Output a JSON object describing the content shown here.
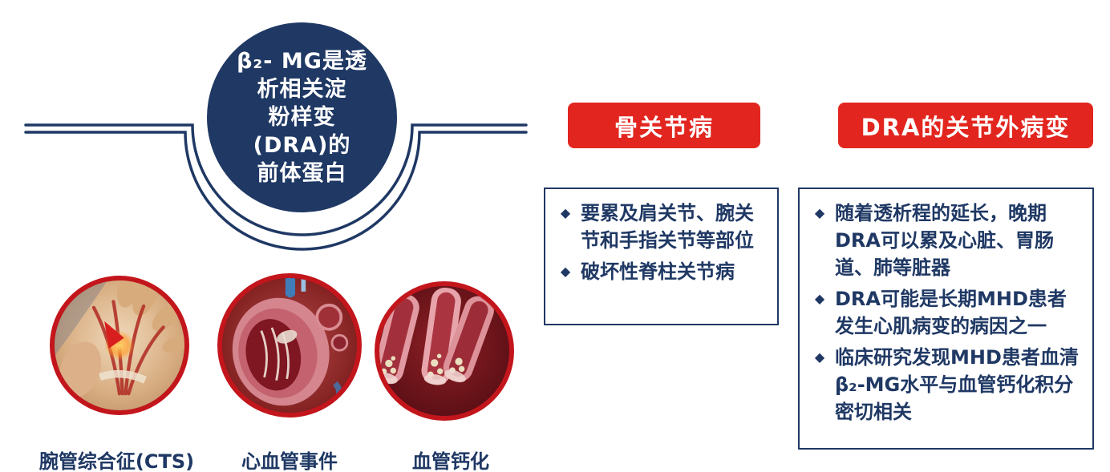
{
  "colors": {
    "navy": "#1f3864",
    "red": "#e2261f",
    "ring_red": "#c3161c"
  },
  "bullet": "◆",
  "title_circle": {
    "lines": [
      "β₂- MG是透",
      "析相关淀",
      "粉样变",
      "(DRA)的",
      "前体蛋白"
    ]
  },
  "banners": {
    "left": "骨关节病",
    "right": "DRA的关节外病变"
  },
  "left_box": {
    "items": [
      "要累及肩关节、腕关节和手指关节等部位",
      "破坏性脊柱关节病"
    ]
  },
  "right_box": {
    "items": [
      "随着透析程的延长，晚期DRA可以累及心脏、胃肠道、肺等脏器",
      "DRA可能是长期MHD患者发生心肌病变的病因之一",
      "临床研究发现MHD患者血清β₂-MG水平与血管钙化积分密切相关"
    ]
  },
  "images": {
    "cts": {
      "label": "腕管综合征(CTS)"
    },
    "cardio": {
      "label": "心血管事件"
    },
    "calcification": {
      "label": "血管钙化"
    }
  }
}
